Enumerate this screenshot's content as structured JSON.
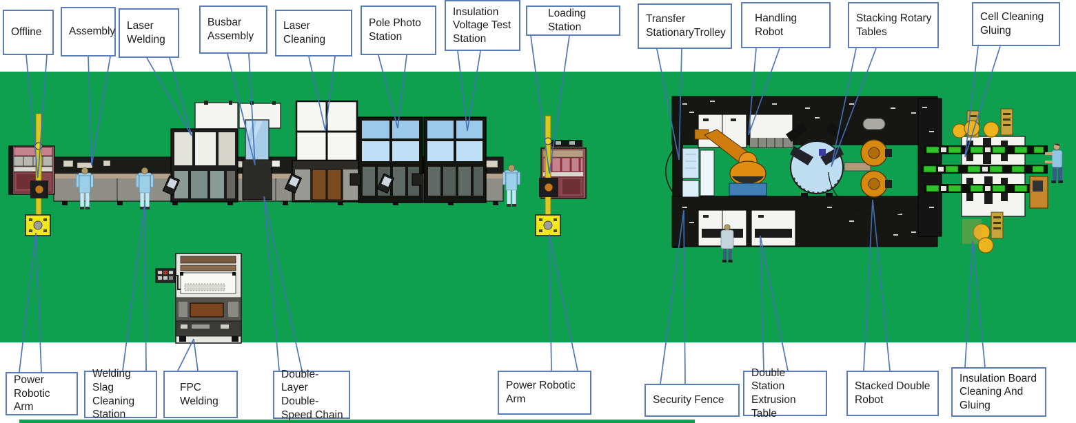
{
  "diagram": {
    "type": "factory-line-top-view",
    "colors": {
      "floor_green": "#0ea04f",
      "rail_green": "#2ec428",
      "callout_border": "#5b7cb4",
      "leader_line": "#4470b8",
      "machine_pink": "#c5848d",
      "machine_maroon": "#8a474d",
      "robot_yellow": "#d9c922",
      "pad_yellow": "#f2e61c",
      "glass_blue": "#aed2ee",
      "robot_orange": "#e08c10",
      "drum_yellow": "#edb41f",
      "worker_blue": "#9ccfe8"
    }
  },
  "callouts": {
    "top": [
      {
        "id": "offline",
        "text": "Offline"
      },
      {
        "id": "assembly",
        "text": "Assembly"
      },
      {
        "id": "laser-welding",
        "text": "Laser Welding"
      },
      {
        "id": "busbar-assembly",
        "text": "Busbar Assembly"
      },
      {
        "id": "laser-cleaning",
        "text": "Laser Cleaning"
      },
      {
        "id": "pole-photo-station",
        "text": "Pole Photo Station"
      },
      {
        "id": "insulation-voltage-test-station",
        "text": "Insulation Voltage Test Station"
      },
      {
        "id": "loading-station",
        "text": "Loading Station"
      },
      {
        "id": "transfer-stationary-trolley",
        "text": "Transfer StationaryTrolley"
      },
      {
        "id": "handling-robot",
        "text": "Handling Robot"
      },
      {
        "id": "stacking-rotary-tables",
        "text": "Stacking Rotary Tables"
      },
      {
        "id": "cell-cleaning-gluing",
        "text": "Cell Cleaning Gluing"
      }
    ],
    "bottom": [
      {
        "id": "power-robotic-arm-left",
        "text": "Power Robotic Arm"
      },
      {
        "id": "welding-slag-cleaning-station",
        "text": "Welding Slag Cleaning Station"
      },
      {
        "id": "fpc-welding",
        "text": "FPC Welding"
      },
      {
        "id": "double-layer-double-speed-chain",
        "text": "Double-Layer Double-Speed Chain"
      },
      {
        "id": "power-robotic-arm-right",
        "text": "Power Robotic Arm"
      },
      {
        "id": "security-fence",
        "text": "Security Fence"
      },
      {
        "id": "double-station-extrusion-table",
        "text": "Double Station Extrusion Table"
      },
      {
        "id": "stacked-double-robot",
        "text": "Stacked Double Robot"
      },
      {
        "id": "insulation-board-cleaning-and-gluing",
        "text": "Insulation Board Cleaning And Gluing"
      }
    ]
  }
}
